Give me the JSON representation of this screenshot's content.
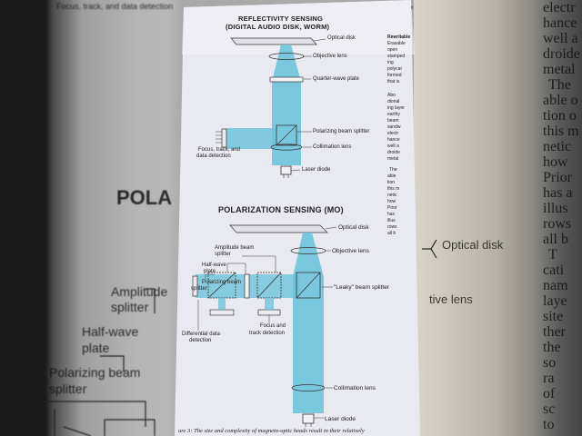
{
  "page": {
    "upper_title_line1": "REFLECTIVITY SENSING",
    "upper_title_line2": "(DIGITAL AUDIO DISK, WORM)",
    "lower_title": "POLARIZATION SENSING (MO)",
    "upper_labels": {
      "optical_disk": "Optical disk",
      "objective_lens": "Objective lens",
      "quarter_wave": "Quarter-wave plate",
      "pbs": "Polarizing beam splitter",
      "focus1": "Focus, track, and",
      "focus2": "data detection",
      "collimation": "Collimation lens",
      "laser": "Laser diode"
    },
    "lower_labels": {
      "optical_disk": "Optical disk",
      "objective_lens": "Objective lens",
      "amp1": "Amplitude beam",
      "amp2": "splitter",
      "hw1": "Half-wave",
      "hw2": "plate",
      "pol1": "Polarizing beam",
      "pol2": "splitter",
      "leaky": "\"Leaky\" beam splitter",
      "diff1": "Differential data",
      "diff2": "detection",
      "focus1": "Focus and",
      "focus2": "track detection",
      "collimation": "Collimation lens",
      "laser": "Laser diode"
    },
    "caption": "ure 3: The size and complexity of magneto-optic heads result in their relatively"
  },
  "background": {
    "left_top": "Focus, track, and data detection",
    "polar": "POLA",
    "amplitude": "Amplitude",
    "splitter": "splitter",
    "halfwave": "Half-wave",
    "plate": "plate",
    "polarizing": "Polarizing beam",
    "splitter2": "splitter",
    "optical_disk": "Optical disk",
    "tive_lens": "tive lens",
    "right_lines": [
      "electr",
      "hance",
      "well a",
      "droide",
      "metal",
      "The",
      "able o",
      "tion o",
      "this m",
      "netic",
      "how",
      "Prior",
      "has a",
      "illus",
      "rows",
      "all b",
      "T",
      "cati",
      "nam",
      "laye",
      "site",
      "ther",
      "the",
      "so",
      "ra",
      "of",
      "sc",
      "to"
    ],
    "right_rail": [
      "Rewritable",
      "Erasable",
      "open",
      "stamped",
      "ing",
      "polycar",
      "formed",
      "that is",
      "Abo",
      "dional",
      "ing layer",
      "earthy",
      "beam",
      "sandw",
      "electr",
      "hance",
      "well a",
      "droide",
      "metal",
      "The",
      "able",
      "tion",
      "this m",
      "netic",
      "how",
      "Prior",
      "has",
      "illus",
      "rows",
      "all b"
    ]
  },
  "colors": {
    "paper": "#ececf4",
    "beam": "#6ec4da",
    "ink": "#222222"
  }
}
